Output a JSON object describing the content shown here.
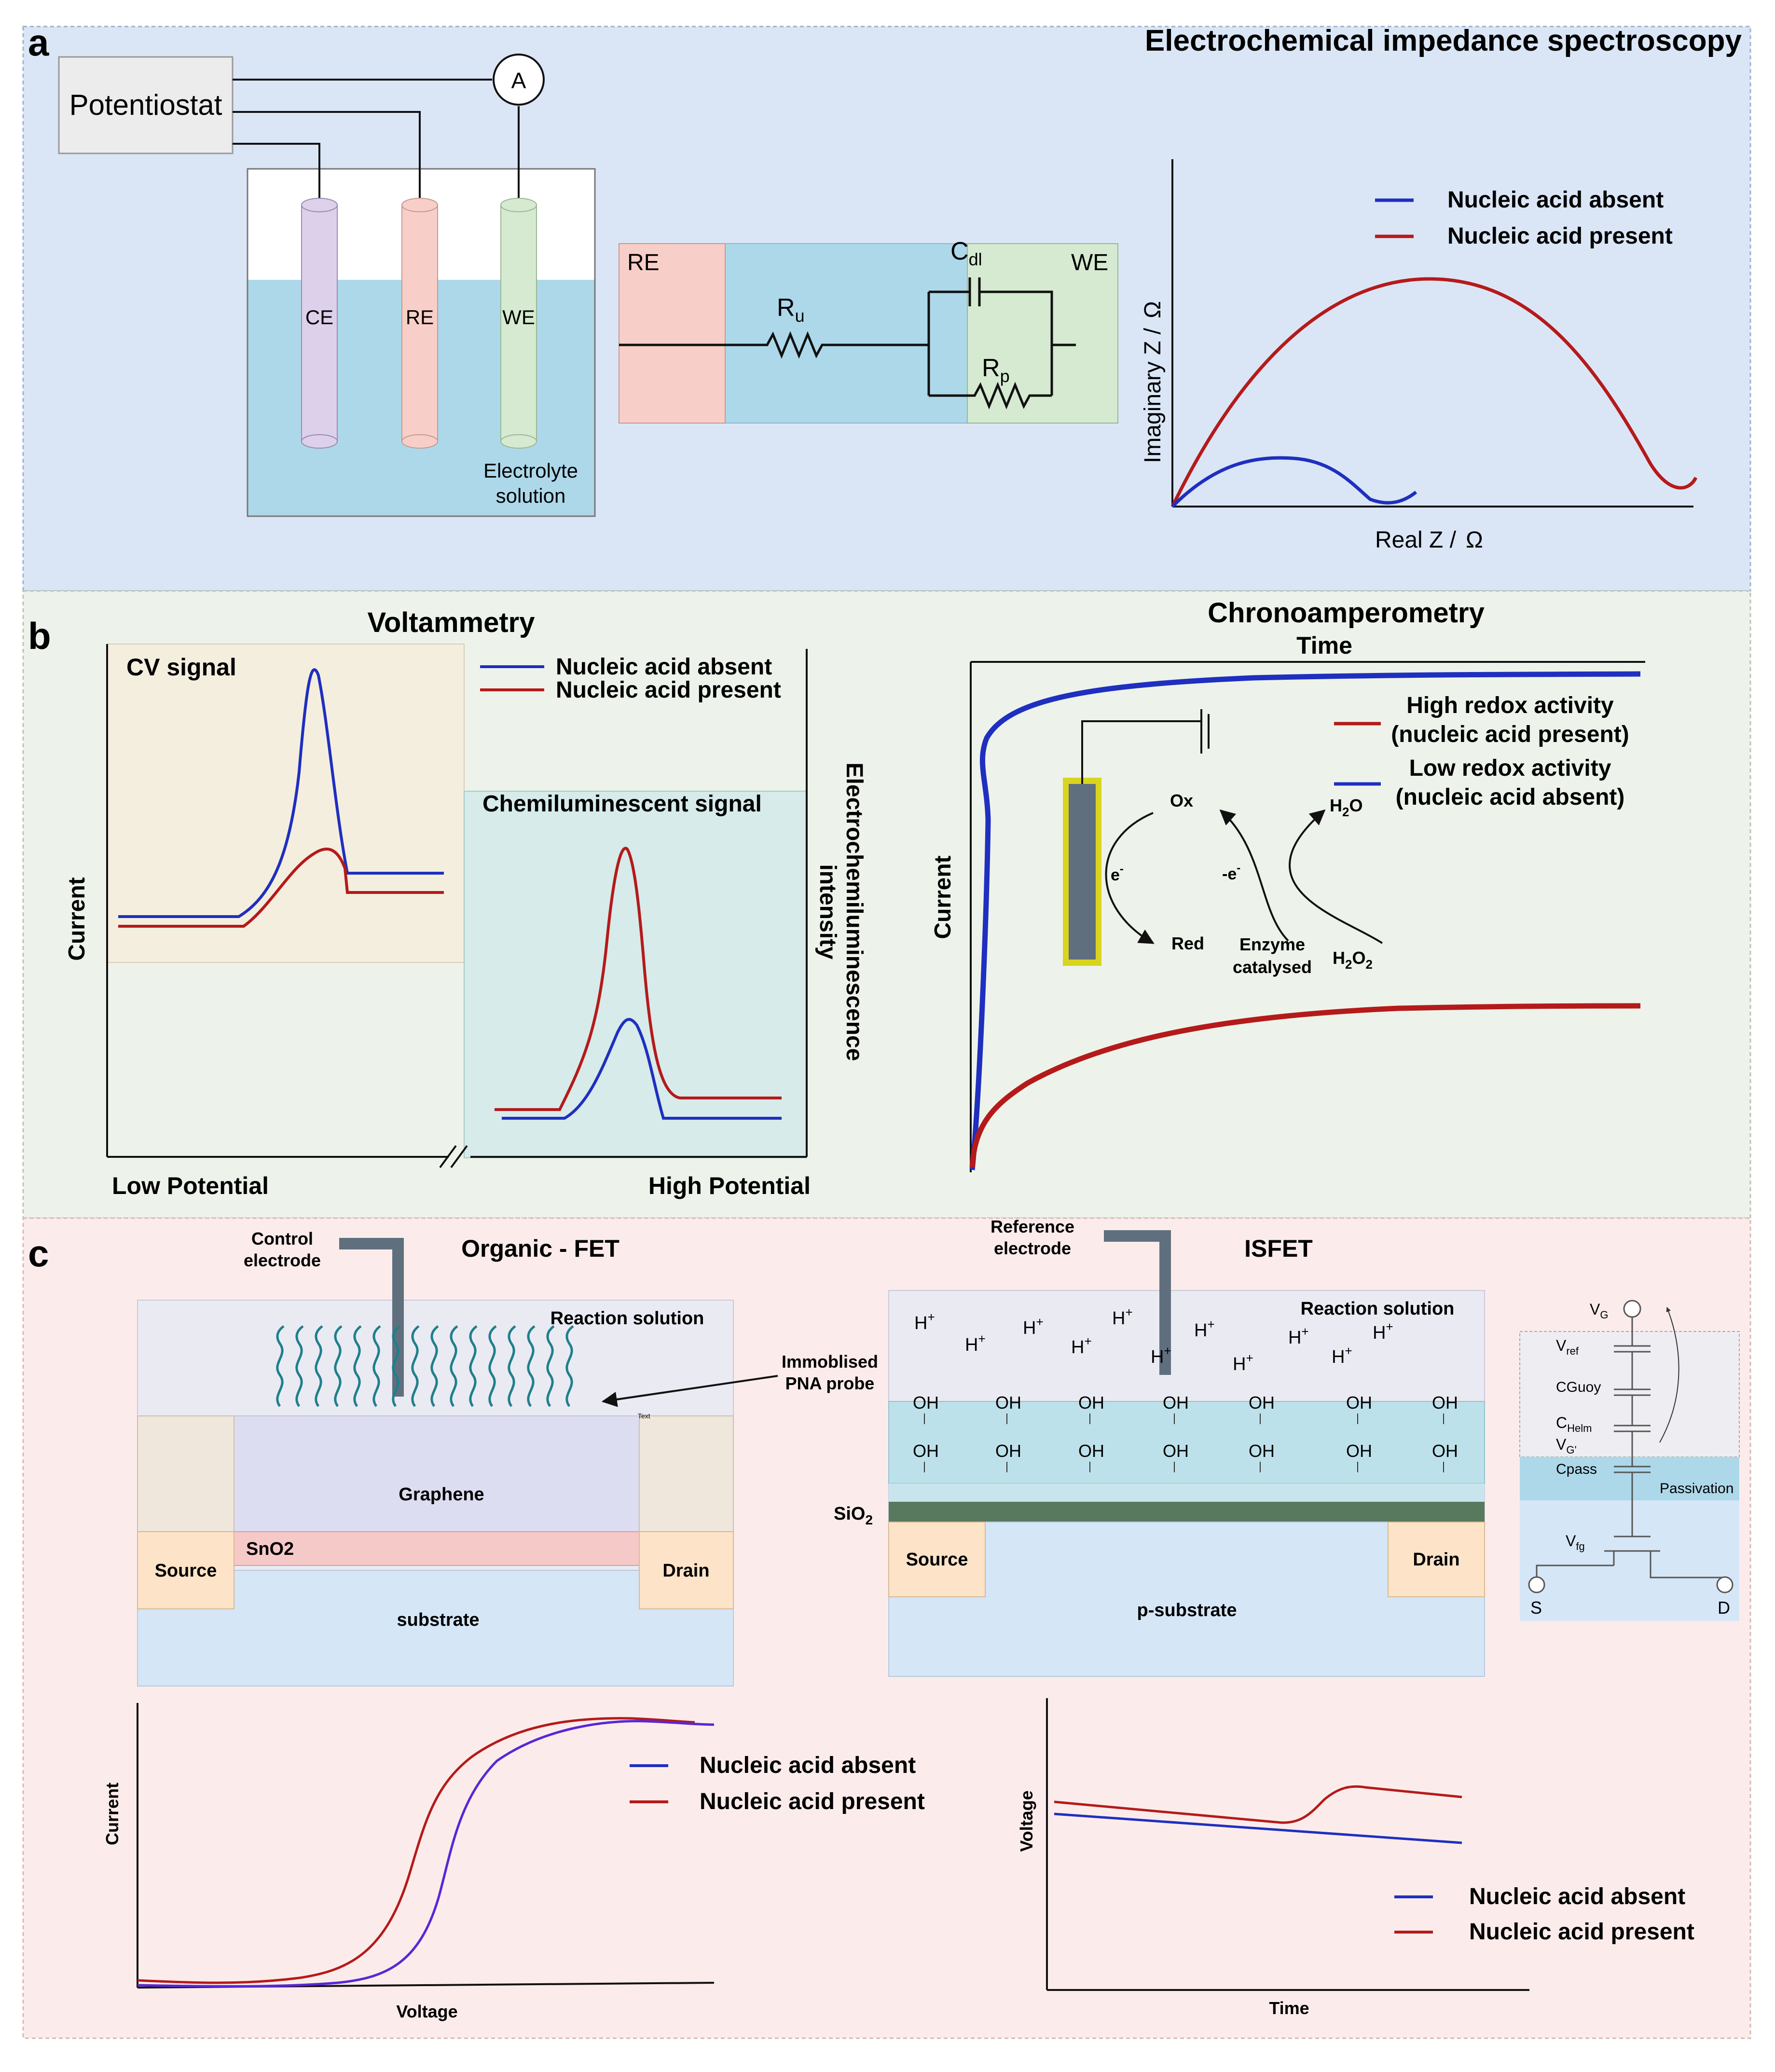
{
  "panel_a": {
    "label": "a",
    "title": "Electrochemical impedance spectroscopy",
    "potentiostat": "Potentiostat",
    "ammeter": "A",
    "electrodes": [
      "CE",
      "RE",
      "WE"
    ],
    "electrolyte": [
      "Electrolyte",
      "solution"
    ],
    "circuit": {
      "re": "RE",
      "we": "WE",
      "ru": "R",
      "ru_sub": "u",
      "cdl": "C",
      "cdl_sub": "dl",
      "rp": "R",
      "rp_sub": "p"
    },
    "nyquist": {
      "ylabel": "Imaginary Z /",
      "xlabel": "Real Z /",
      "unit": "Ω",
      "legend": [
        "Nucleic acid absent",
        "Nucleic acid present"
      ]
    }
  },
  "panel_b": {
    "label": "b",
    "voltammetry": {
      "title": "Voltammetry",
      "cv_title": "CV signal",
      "cl_title": "Chemiluminescent signal",
      "legend": [
        "Nucleic acid absent",
        "Nucleic acid present"
      ],
      "ylabel_left": "Current",
      "ylabel_right": [
        "Electrochemiluminescence",
        "intensity"
      ],
      "xlabel_left": "Low Potential",
      "xlabel_right": "High Potential"
    },
    "chrono": {
      "title": "Chronoamperometry",
      "xlabel": "Time",
      "ylabel": "Current",
      "legend_high": [
        "High redox activity",
        "(nucleic acid present)"
      ],
      "legend_low": [
        "Low redox activity",
        "(nucleic acid absent)"
      ],
      "mechanism": {
        "ox": "Ox",
        "red": "Red",
        "e1": "e",
        "e2": "-e",
        "h2o": "H",
        "h2o_sub": "2",
        "h2o_tail": "O",
        "h2o2": "H",
        "h2o2_sub1": "2",
        "h2o2_mid": "O",
        "h2o2_sub2": "2",
        "enzyme": [
          "Enzyme",
          "catalysed"
        ]
      }
    }
  },
  "panel_c": {
    "label": "c",
    "ofet": {
      "title": "Organic - FET",
      "control_electrode": [
        "Control",
        "electrode"
      ],
      "reaction_solution": "Reaction solution",
      "pna_probe": [
        "Immoblised",
        "PNA probe"
      ],
      "graphene": "Graphene",
      "sno2": "SnO2",
      "source": "Source",
      "drain": "Drain",
      "substrate": "substrate",
      "tiny_text": "Text",
      "plot": {
        "ylabel": "Current",
        "xlabel": "Voltage",
        "legend": [
          "Nucleic acid absent",
          "Nucleic acid present"
        ]
      }
    },
    "isfet": {
      "title": "ISFET",
      "reference_electrode": [
        "Reference",
        "electrode"
      ],
      "reaction_solution": "Reaction solution",
      "hplus": "H",
      "oh": "OH",
      "sio2": "SiO",
      "sio2_sub": "2",
      "source": "Source",
      "drain": "Drain",
      "substrate": "p-substrate",
      "plot": {
        "ylabel": "Voltage",
        "xlabel": "Time",
        "legend": [
          "Nucleic acid absent",
          "Nucleic acid present"
        ]
      }
    },
    "equivalent": {
      "vg": "V",
      "vg_sub": "G",
      "vref": "V",
      "vref_sub": "ref",
      "cguoy": "CGuoy",
      "chelm": "C",
      "chelm_sub": "Helm",
      "vg2": "V",
      "vg2_sub": "G'",
      "cpass": "Cpass",
      "passivation": "Passivation",
      "vfg": "V",
      "vfg_sub": "fg",
      "s": "S",
      "d": "D"
    }
  },
  "colors": {
    "panel_a_bg": "#dae6f6",
    "panel_b_bg": "#edf3ea",
    "panel_c_bg": "#fbeceb",
    "absent": "#1f2fbf",
    "present": "#b51a1a"
  }
}
